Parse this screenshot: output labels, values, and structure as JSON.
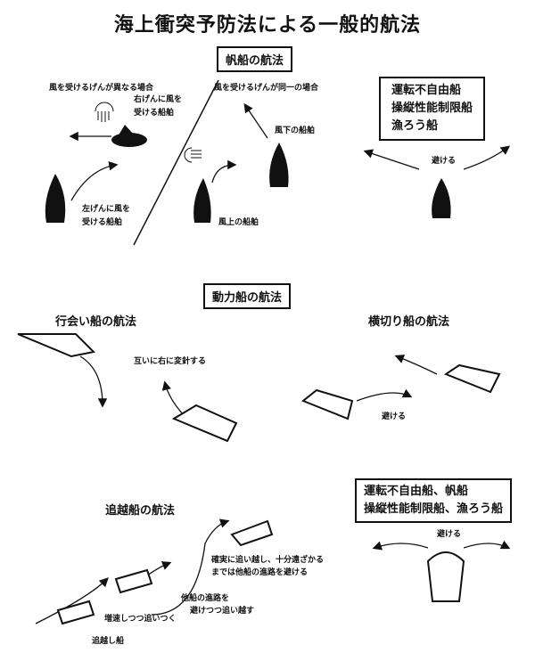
{
  "title": "海上衝突予防法による一般的航法",
  "sail": {
    "heading": "帆船の航法",
    "case_diff": "風を受けるげんが異なる場合",
    "case_same": "風を受けるげんが同一の場合",
    "starboard_wind": [
      "右げんに風を",
      "受ける船舶"
    ],
    "port_wind": [
      "左げんに風を",
      "受ける船舶"
    ],
    "leeward": "風下の船舶",
    "windward": "風上の船舶",
    "priority_box": [
      "運転不自由船",
      "操縦性能制限船",
      "漁ろう船"
    ],
    "avoid": "避ける"
  },
  "power": {
    "heading": "動力船の航法",
    "head_on": "行会い船の航法",
    "head_on_note": "互いに右に変針する",
    "crossing": "横切り船の航法",
    "crossing_avoid": "避ける",
    "overtaking": "追越船の航法",
    "overtake_note1": [
      "確実に追い越し、十分遠ざかる",
      "までは他船の進路を避ける"
    ],
    "overtake_note2": [
      "他船の進路を",
      "避けつつ追い越す"
    ],
    "overtake_note3": "増速しつつ追いつく",
    "overtaking_ship": "追越し船",
    "priority_box": [
      "運転不自由船、帆船",
      "操縦性能制限船、漁ろう船"
    ],
    "avoid": "避ける"
  }
}
